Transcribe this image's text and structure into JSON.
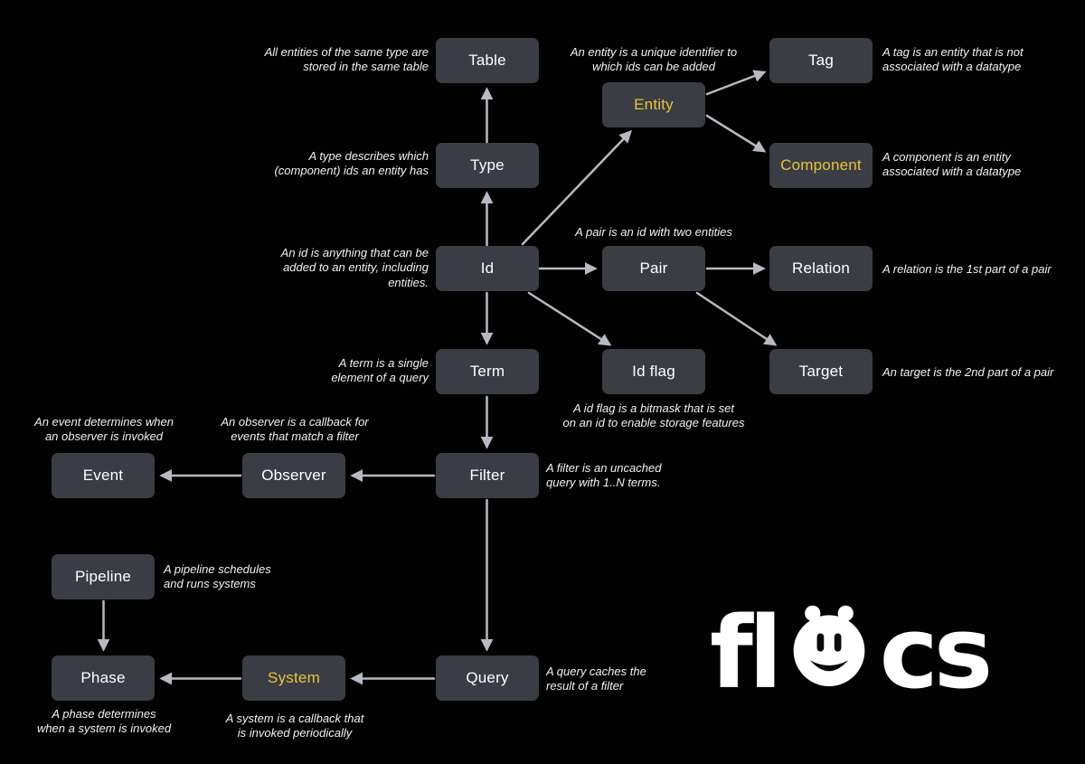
{
  "colors": {
    "background": "#020202",
    "node_bg": "#3a3d43",
    "node_text": "#ffffff",
    "accent_yellow": "#e9c23f",
    "arrow": "#b6bac2",
    "annotation_text": "#f2f2f2",
    "logo_text": "#ffffff"
  },
  "nodes": {
    "table": "Table",
    "type": "Type",
    "id": "Id",
    "term": "Term",
    "filter": "Filter",
    "query": "Query",
    "entity": "Entity",
    "pair": "Pair",
    "id_flag": "Id flag",
    "tag": "Tag",
    "component": "Component",
    "relation": "Relation",
    "target": "Target",
    "observer": "Observer",
    "event": "Event",
    "pipeline": "Pipeline",
    "phase": "Phase",
    "system": "System"
  },
  "annotations": {
    "table": "All entities of the same type are\nstored in the same table",
    "entity": "An entity is a unique identifier to\nwhich ids can be added",
    "tag": "A tag is an entity that is not\nassociated with a datatype",
    "type": "A type describes which\n(component) ids an entity has",
    "component": "A component is an entity\nassociated with a datatype",
    "id": "An id is anything that can be\nadded to an entity, including\nentities.",
    "pair": "A pair is an id with two entities",
    "relation": "A relation is the 1st part of a pair",
    "id_flag": "A id flag is a bitmask that is set\non an id to enable storage features",
    "target": "An target is the 2nd part of a pair",
    "term": "A term is a single\nelement of a query",
    "filter": "A filter is an uncached\nquery with 1..N terms.",
    "observer": "An observer is a callback for\nevents that match a filter",
    "event": "An event determines when\nan observer is invoked",
    "pipeline": "A pipeline schedules\nand runs systems",
    "phase": "A phase determines\nwhen a system is invoked",
    "system": "A system is a callback that\nis invoked periodically",
    "query": "A query caches the\nresult of a filter"
  },
  "logo": {
    "left": "fl",
    "right": "cs"
  }
}
